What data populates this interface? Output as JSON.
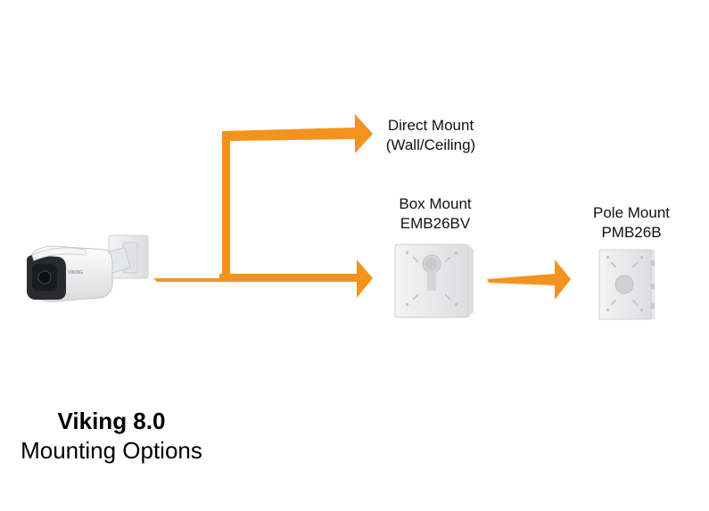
{
  "title": {
    "product": "Viking 8.0",
    "subtitle": "Mounting Options"
  },
  "options": {
    "direct": {
      "line1": "Direct Mount",
      "line2": "(Wall/Ceiling)"
    },
    "box": {
      "line1": "Box Mount",
      "line2": "EMB26BV"
    },
    "pole": {
      "line1": "Pole Mount",
      "line2": "PMB26B"
    }
  },
  "colors": {
    "arrow": "#F2931E",
    "device_body": "#ECEDEE",
    "camera_face": "#2A2B2F"
  },
  "icons": [
    "bullet-camera-image",
    "box-mount-image",
    "pole-mount-image"
  ]
}
